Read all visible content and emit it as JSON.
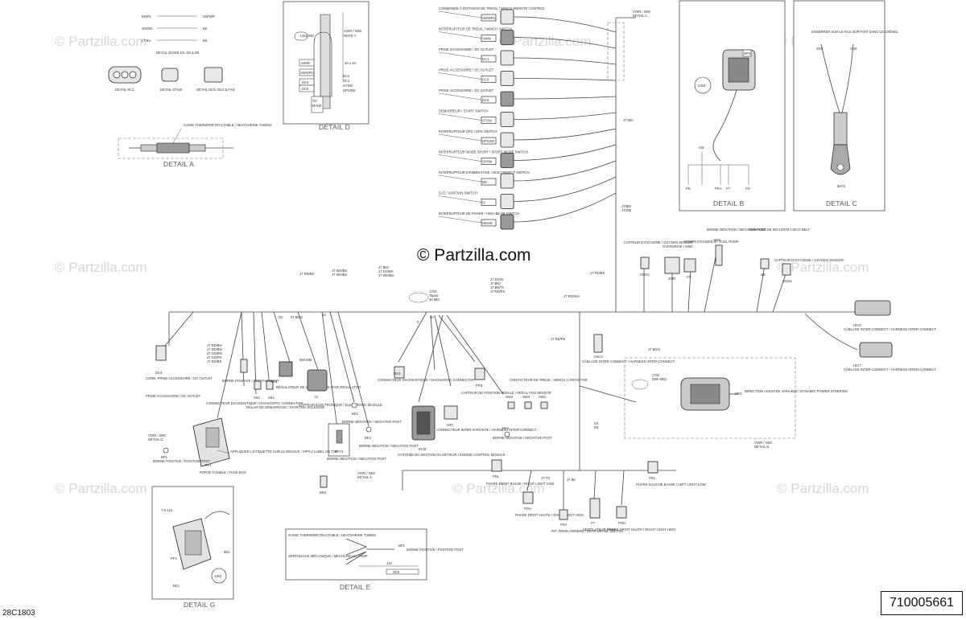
{
  "brand": "© Partzilla.com",
  "watermark": "© Partzilla.com",
  "drawing_number": "710005661",
  "sheet_code": "28C1803",
  "details": {
    "a": "DETAIL A",
    "b": "DETAIL B",
    "c": "DETAIL C",
    "d": "DETAIL D",
    "e": "DETAIL E",
    "g": "DETAIL G"
  },
  "notes": {
    "heatshrink": "GAINE THERMORÉTRACTABLE / HEATSHRINK TUBING",
    "label_note": "APPLIQUER L'ÉTIQUETTE SUR LE DESSUS / APPLY LABEL ON TOP",
    "ring_terminal": "ENSERRER SUR LE FILS SORTANT DANS CE CRÊNEL",
    "crimp": "SERTISSAGE MÉCANIQUE / MECHANICAL CRIMP",
    "heatshrink_e": "GAINE THERMORÉTRACTABLE / HEATSHRINK TUBING"
  },
  "top_switches": [
    "COMMANDE À DISTANCE DE TREUIL / WINCH REMOTE CONTROL",
    "INTERRUPTEUR DE TREUIL / WINCH SWITCH",
    "PRISE ACCESSOIRE / DC OUTLET",
    "PRISE ACCESSOIRE / DC OUTLET",
    "PRISE ACCESSOIRE / DC OUTLET",
    "DÉMARREUR / START SWITCH",
    "INTERRUPTEUR DPS / DPS SWITCH",
    "INTERRUPTEUR MODE SPORT / SPORT MODE SWITCH",
    "INTERRUPTEUR D'EMBRAYAGE / DISCONNECT SWITCH",
    "CLÉ / IGNITION SWITCH",
    "INTERRUPTEUR DE PHARE / HIGH BEAM SWITCH"
  ],
  "top_codes": [
    "SWWRC",
    "SWW",
    "DC1",
    "DC6",
    "DC5",
    "STSW",
    "DPSSW",
    "SPSW",
    "BD",
    "IG",
    "HBSW"
  ],
  "left_labels": {
    "dc_outlet": "CONN. PRISE ACCESSOIRE / DC OUTLET",
    "dc_code": "DC4",
    "dc_outlet2": "PRISE ACCESSOIRE / DC OUTLET",
    "positive_post": "BORNE POSITIVE / POSITIVE POST",
    "fuse_box": "PORTE FUSIBLE / FUSE BOX",
    "diag": "CONNECTEUR DIAGNOSTIQUE / DIAGNOSTIC CONNECTOR",
    "starter_relay": "RELAIS DE DÉMARRAGE / STARTING SOLENOID",
    "voltage_reg": "RÉGULATEUR DE VOLTAGE / VOLTAGE REGULATOR",
    "ecm_box": "CAPTEUR ÉLECTRONIQUE / ELECTRONIC MODULE",
    "ground": "BORNE NÉGATIVE / NEGATIVE POST",
    "battery": "BORNE NÉGATIVE / NEGATIVE POST"
  },
  "mid_labels": {
    "diag_conn": "CONNECTEUR DIAGNOSTIQUE / DIAGNOSTIC CONNECTOR",
    "ecm": "SYSTÈME DE GESTION DU MOTEUR / ENGINE CONTROL MODULE",
    "ecm_code": "ECM",
    "pedal": "CAPTEUR DE POSITION PÉDALE / PEDAL POS SENSOR",
    "winch_conn": "CONNECTEUR INTER-VARIANTE / HARNESS INTER-CONNECT",
    "winch_contactor": "CONTACTEUR DE TREUIL / WINCH CONTACTOR",
    "neg_post": "BORNE NÉGATIVE / NEGATIVE POST",
    "harness_ic": "CÂBLAGE INTER-CONNECT / HARNESS INTER-CONNECT",
    "power_steering": "DIRECTION ASSISTÉE VARIABLE / DYNAMIC POWER STEERING",
    "dps_code": "DPS"
  },
  "right_labels": {
    "o2": "CAPTEUR D'OXYGÈNE / OXYGEN SENSOR",
    "overdrive": "OVERDRIVE / 4WD",
    "fuel_pump": "POMPE D'ESSENCE / FUEL PUMP",
    "neg_post": "BORNE NÉGATIVE / NEGATIVE POST",
    "seat_belt": "CEINTURE DE SÉCURITÉ / SEAT BELT",
    "o2b": "CAPTEUR D'OXYGÈNE / OXYGEN SENSOR",
    "hic1": "CÂBLAGE INTER-CONNECT / HARNESS INTER-CONNECT",
    "hic2": "CÂBLAGE INTER-CONNECT / HARNESS INTER-CONNECT"
  },
  "bottom_labels": {
    "head_r_low": "PHARE DROIT BASSE / RIGHT LIGHT LOW",
    "head_r_high": "PHARE DROIT HAUTE / RIGHT LIGHT HIGH",
    "brake": "INT. FREIN ARRIÈRE / REAR BRAKE SWITCH",
    "fan": "VENTILATEUR / FAN",
    "head_l_high": "PHARE DROIT HAUTE / RIGHT LIGHT HIGH",
    "head_l_low": "PHARE GAUCHE BASSE / LEFT LIGHT LOW",
    "neg_post": "BORNE NÉGATIVE / NEGATIVE POST",
    "neg_post2": "BORNE NÉGATIVE / NEGATIVE POST"
  },
  "detail_b_codes": [
    "DPS",
    "1304",
    "SW",
    "PD",
    "FRA",
    "FT",
    "PG"
  ],
  "detail_c_codes": [
    "SN3",
    "SN3",
    "BAT2"
  ],
  "detail_g_code": "1304",
  "dims": [
    "650 MM",
    "1702",
    "1702",
    "119",
    "38.8"
  ]
}
